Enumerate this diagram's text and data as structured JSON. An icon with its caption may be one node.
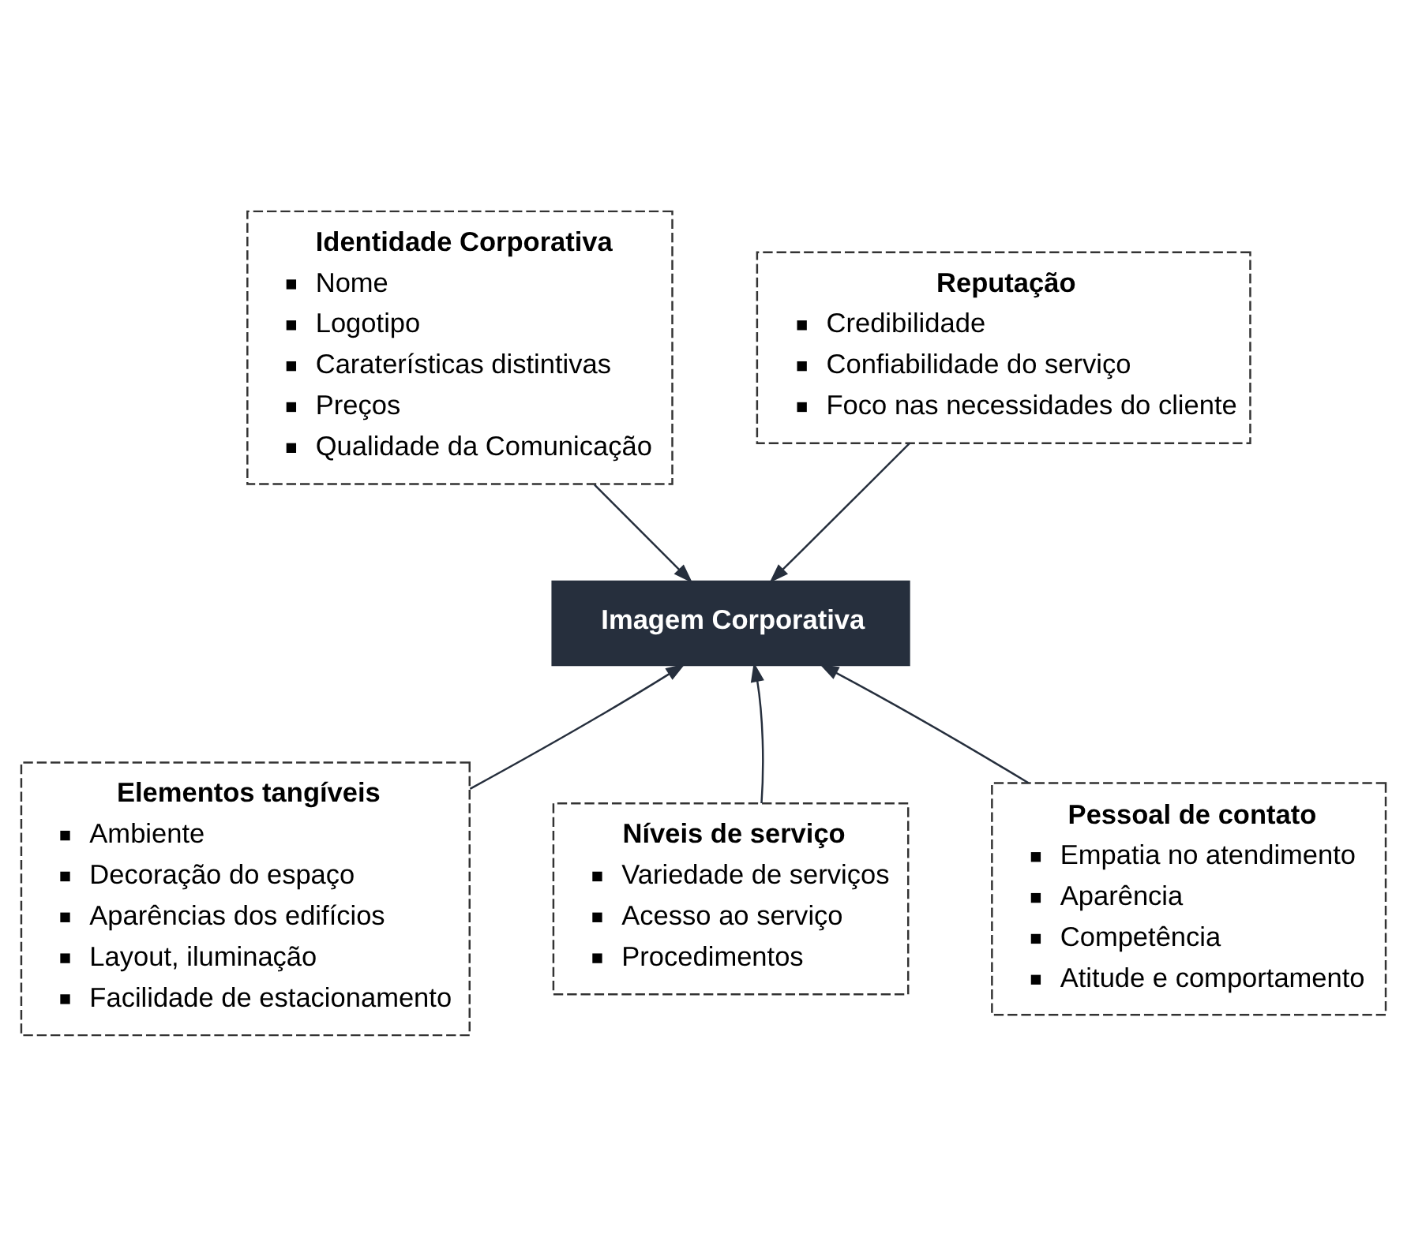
{
  "diagram": {
    "nodes": [
      {
        "text": [
          "Identidade Corporativa",
          "Nome",
          "Logotipo",
          "Caraterísticas distintivas",
          "Preços",
          "Qualidade da Comunicação"
        ]
      },
      {
        "text": [
          "Reputação",
          "Credibilidade",
          "Confiabilidade do serviço",
          "Foco nas necessidades do cliente"
        ]
      },
      {
        "text": [
          "Imagem Corporativa"
        ]
      },
      {
        "text": [
          "Elementos tangíveis",
          "Ambiente",
          "Decoração do espaço",
          "Aparências dos edifícios",
          "Layout, iluminação",
          "Facilidade de estacionamento"
        ]
      },
      {
        "text": [
          "Níveis de serviço",
          "Variedade de serviços",
          "Acesso ao serviço",
          "Procedimentos"
        ]
      },
      {
        "text": [
          "Pessoal de contato",
          "Empatia no atendimento",
          "Aparência",
          "Competência",
          "Atitude e comportamento"
        ]
      }
    ],
    "edges": [
      {
        "from": 0,
        "to": 2,
        "arrow": "to"
      },
      {
        "from": 1,
        "to": 2,
        "arrow": "to"
      },
      {
        "from": 3,
        "to": 2,
        "arrow": "to"
      },
      {
        "from": 4,
        "to": 2,
        "arrow": "to"
      },
      {
        "from": 5,
        "to": 2,
        "arrow": "to"
      }
    ]
  }
}
